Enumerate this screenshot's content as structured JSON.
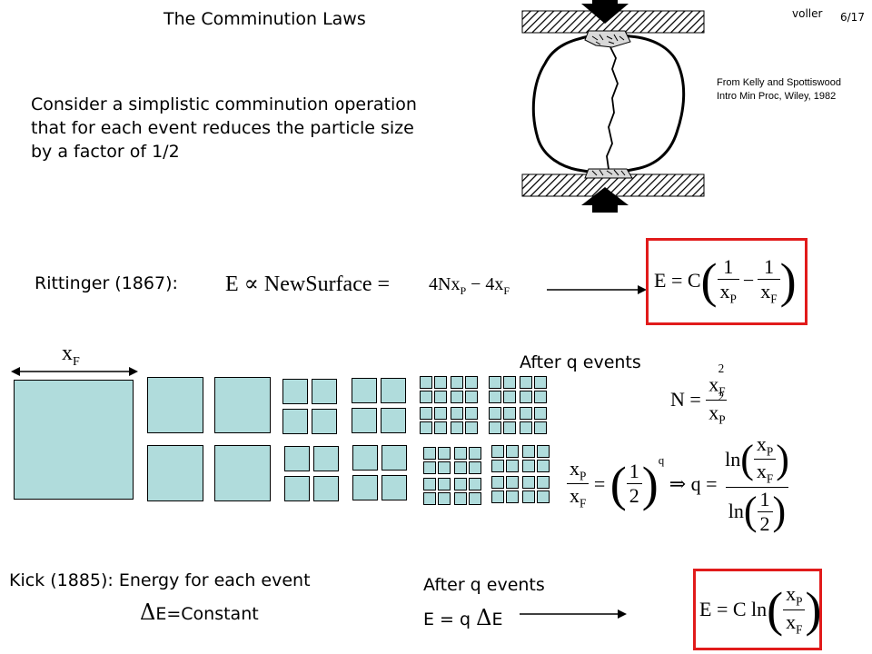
{
  "slide": {
    "title": "The Comminution Laws",
    "author": "voller",
    "page_number": "6",
    "page_total": "/17",
    "intro_line1": "Consider a simplistic comminution operation",
    "intro_line2": "that for each event reduces the particle size",
    "intro_line3": "by a factor of 1/2",
    "credit_line1": "From Kelly and Spottiswood",
    "credit_line2": "Intro Min Proc, Wiley, 1982",
    "rittinger_label": "Rittinger (1867):",
    "size_label_main": "x",
    "size_label_sub": "F",
    "after_q_events_1": "After q events",
    "kick_label": "Kick (1885): Energy for each event",
    "delta_symbol": "Δ",
    "delta_e_constant": "E=Constant",
    "after_q_events_2": "After q events",
    "e_equals_q": "E = q ",
    "e_symbol": "E"
  },
  "colors": {
    "square_fill": "#b0dcdc",
    "highlight_box": "#e11b1b"
  }
}
